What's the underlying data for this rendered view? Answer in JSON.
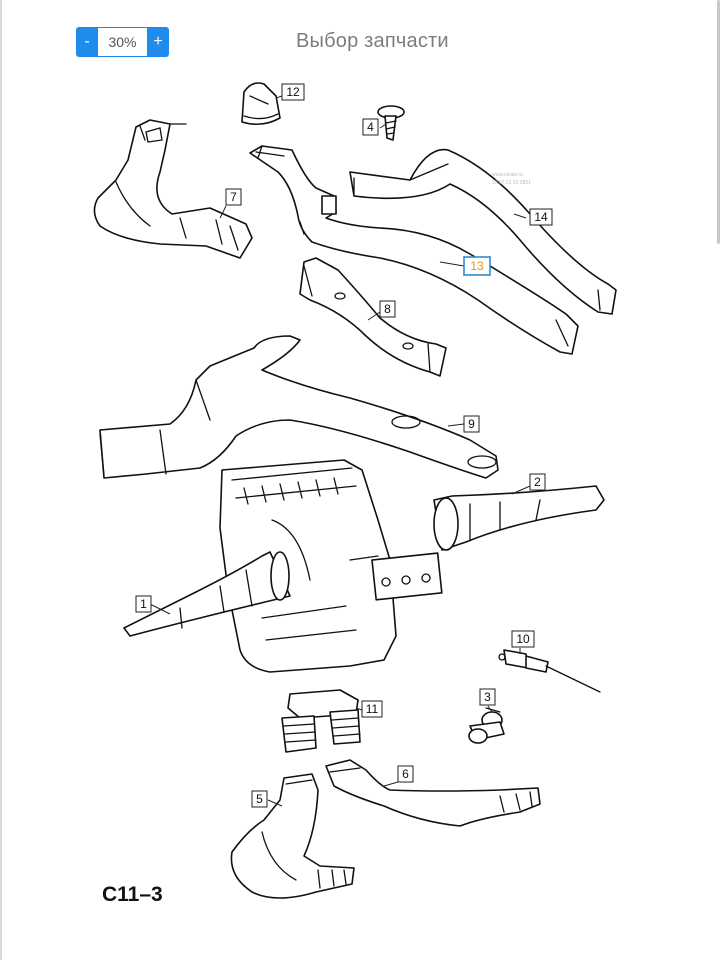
{
  "zoom": {
    "decrease_label": "-",
    "value": "30%",
    "increase_label": "+"
  },
  "page": {
    "title": "Выбор запчасти"
  },
  "diagram": {
    "code": "C11–3",
    "watermark": [
      "www.elcats.ru",
      "10.07.21 01:3821"
    ],
    "callouts": [
      {
        "id": "1",
        "label": "1"
      },
      {
        "id": "2",
        "label": "2"
      },
      {
        "id": "3",
        "label": "3"
      },
      {
        "id": "4",
        "label": "4"
      },
      {
        "id": "5",
        "label": "5"
      },
      {
        "id": "6",
        "label": "6"
      },
      {
        "id": "7",
        "label": "7"
      },
      {
        "id": "8",
        "label": "8"
      },
      {
        "id": "9",
        "label": "9"
      },
      {
        "id": "10",
        "label": "10"
      },
      {
        "id": "11",
        "label": "11"
      },
      {
        "id": "12",
        "label": "12"
      },
      {
        "id": "13",
        "label": "13",
        "selected": true
      },
      {
        "id": "14",
        "label": "14"
      }
    ]
  },
  "colors": {
    "accent": "#1f8ceb",
    "selected_border": "#2f8ccf",
    "selected_text": "#d89b1c"
  }
}
